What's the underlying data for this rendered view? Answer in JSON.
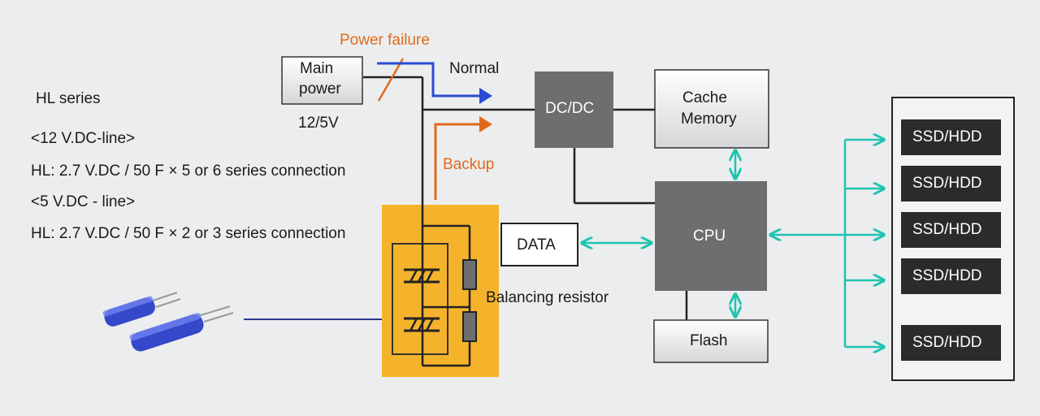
{
  "left_notes": {
    "series": "HL series",
    "line12": "<12 V.DC-line>",
    "hl12": "HL: 2.7 V.DC / 50 F × 5 or 6 series connection",
    "line5": "<5 V.DC - line>",
    "hl5": "HL: 2.7 V.DC / 50 F × 2 or 3 series connection"
  },
  "power": {
    "main_line1": "Main",
    "main_line2": "power",
    "voltage": "12/5V",
    "failure": "Power failure",
    "normal": "Normal",
    "backup": "Backup"
  },
  "blocks": {
    "dcdc": "DC/DC",
    "cache_line1": "Cache",
    "cache_line2": "Memory",
    "cpu": "CPU",
    "data": "DATA",
    "flash": "Flash",
    "balancing": "Balancing resistor"
  },
  "storage": [
    "SSD/HDD",
    "SSD/HDD",
    "SSD/HDD",
    "SSD/HDD",
    "SSD/HDD"
  ],
  "colors": {
    "orange_module": "#f5b32c",
    "accent_orange": "#e06a1c",
    "normal_arrow": "#2a4bd6",
    "bus_teal": "#1fc3b0",
    "block_gray": "#6d6e70"
  }
}
